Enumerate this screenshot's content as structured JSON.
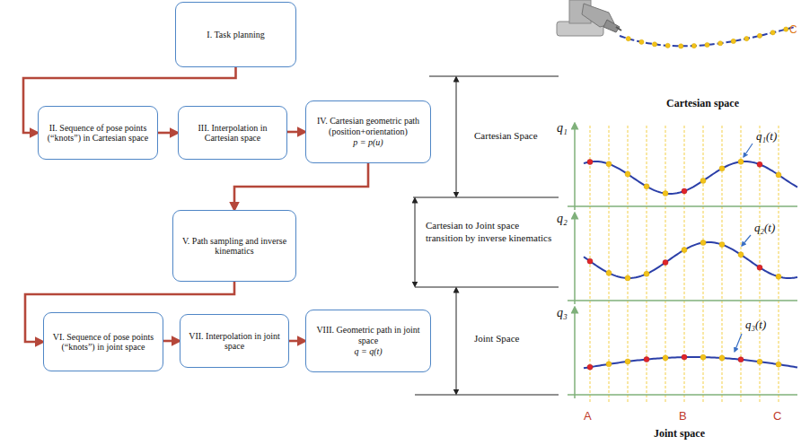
{
  "diagram": {
    "nodes": [
      {
        "text": [
          "I. Task planning"
        ]
      },
      {
        "text": [
          "II. Sequence of pose points (“knots”) in Cartesian space"
        ]
      },
      {
        "text": [
          "III. Interpolation in Cartesian space"
        ]
      },
      {
        "text": [
          "IV. Cartesian geometric path (position+orientation)",
          "p = p(u)"
        ]
      },
      {
        "text": [
          "V. Path sampling and inverse kinematics"
        ]
      },
      {
        "text": [
          "VI. Sequence of pose points (“knots”) in joint space"
        ]
      },
      {
        "text": [
          "VII. Interpolation in joint space"
        ]
      },
      {
        "text": [
          "VIII. Geometric path in joint space",
          "q = q(t)"
        ]
      }
    ],
    "edges": [
      {
        "from": 0,
        "to": 1,
        "arrow": "to"
      },
      {
        "from": 1,
        "to": 2,
        "arrow": "to"
      },
      {
        "from": 2,
        "to": 3,
        "arrow": "to"
      },
      {
        "from": 3,
        "to": 4,
        "arrow": "to"
      },
      {
        "from": 4,
        "to": 5,
        "arrow": "to"
      },
      {
        "from": 5,
        "to": 6,
        "arrow": "to"
      },
      {
        "from": 6,
        "to": 7,
        "arrow": "to"
      }
    ],
    "labels": [
      "Cartesian Space",
      "Cartesian to Joint space transition by inverse kinematics",
      "Joint Space",
      "C",
      "Cartesian space",
      "q₁",
      "q₁(t)",
      "q₂",
      "q₂(t)",
      "q₃",
      "q₃(t)",
      "A",
      "B",
      "C",
      "Joint space"
    ]
  }
}
